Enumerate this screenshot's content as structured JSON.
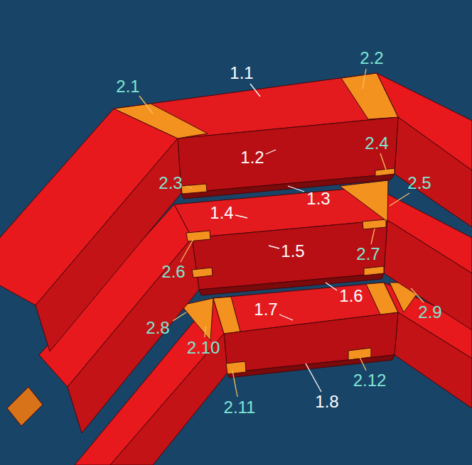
{
  "diagram": {
    "labels": [
      "1.1",
      "2.1",
      "2.2",
      "1.2",
      "2.3",
      "2.4",
      "2.5",
      "1.3",
      "1.4",
      "2.7",
      "1.5",
      "2.6",
      "1.6",
      "2.9",
      "2.8",
      "1.7",
      "2.10",
      "2.11",
      "1.8",
      "2.12"
    ]
  }
}
